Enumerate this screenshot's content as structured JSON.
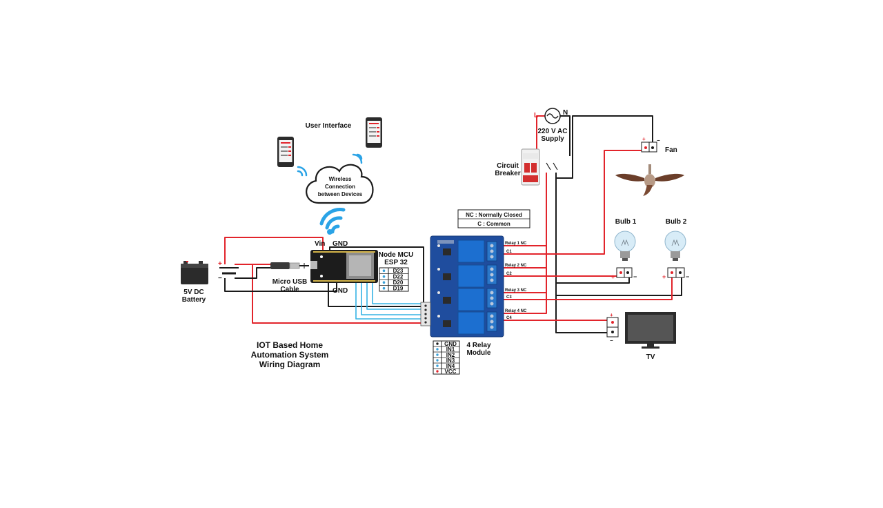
{
  "labels": {
    "user_interface": "User Interface",
    "cloud_line1": "Wireless",
    "cloud_line2": "Connection",
    "cloud_line3": "between Devices",
    "battery_line1": "5V DC",
    "battery_line2": "Battery",
    "battery_plus": "+",
    "battery_minus": "−",
    "usb_line1": "Micro USB",
    "usb_line2": "Cable",
    "vin": "Vin",
    "gnd_top": "GND",
    "gnd_bottom": "GND",
    "mcu_line1": "Node MCU",
    "mcu_line2": "ESP 32",
    "ac_line1": "220 V AC",
    "ac_line2": "Supply",
    "ac_l": "L",
    "ac_n": "N",
    "breaker_line1": "Circuit",
    "breaker_line2": "Breaker",
    "fan": "Fan",
    "bulb1": "Bulb 1",
    "bulb2": "Bulb 2",
    "tv": "TV",
    "relay_line1": "4 Relay",
    "relay_line2": "Module",
    "title_line1": "IOT Based Home",
    "title_line2": "Automation System",
    "title_line3": "Wiring Diagram"
  },
  "legend": {
    "nc": "NC : Normally Closed",
    "c": "C : Common"
  },
  "esp_pins": [
    "D23",
    "D22",
    "D20",
    "D19"
  ],
  "relay_pins": [
    "GND",
    "IN1",
    "IN2",
    "IN3",
    "IN4",
    "VCC"
  ],
  "relay_terminals": [
    "Relay 1 NC",
    "C1",
    "Relay 2 NC",
    "C2",
    "Relay 3 NC",
    "C3",
    "Relay 4 NC",
    "C4"
  ],
  "colors": {
    "red_wire": "#e2242b",
    "black_wire": "#1a1a1a",
    "blue_wire": "#35b3e4",
    "wifi": "#2aa3e6",
    "relay_board": "#1f4d9e",
    "relay_block": "#1c6fd0",
    "breaker": "#d32f2f"
  }
}
